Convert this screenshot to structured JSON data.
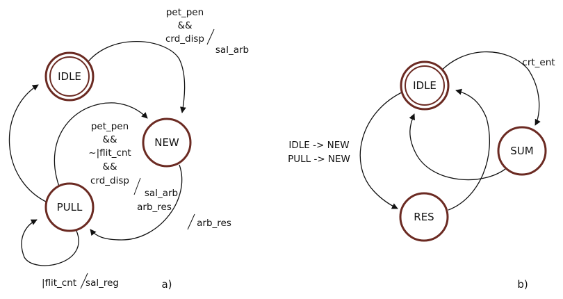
{
  "colors": {
    "state_border": "#6b2a22",
    "edge": "#111111",
    "text": "#111111",
    "background": "#ffffff"
  },
  "panel_a": {
    "label": "a)",
    "states": {
      "idle": "IDLE",
      "new": "NEW",
      "pull": "PULL"
    },
    "labels": {
      "top_line1": "pet_pen",
      "top_line2": "&&",
      "top_line3": "crd_disp",
      "top_action": "sal_arb",
      "mid_line1": "pet_pen",
      "mid_line2": "&&",
      "mid_line3": "~|flit_cnt",
      "mid_line4": "&&",
      "mid_line5": "crd_disp",
      "mid_action1": "sal_arb",
      "mid_action2": "arb_res",
      "right_action": "arb_res",
      "loop_cond": "|flit_cnt",
      "loop_action": "sal_reg"
    }
  },
  "panel_b": {
    "label": "b)",
    "states": {
      "idle": "IDLE",
      "sum": "SUM",
      "res": "RES"
    },
    "labels": {
      "crt_ent": "crt_ent",
      "left_line1": "IDLE -> NEW",
      "left_line2": "PULL -> NEW"
    }
  }
}
